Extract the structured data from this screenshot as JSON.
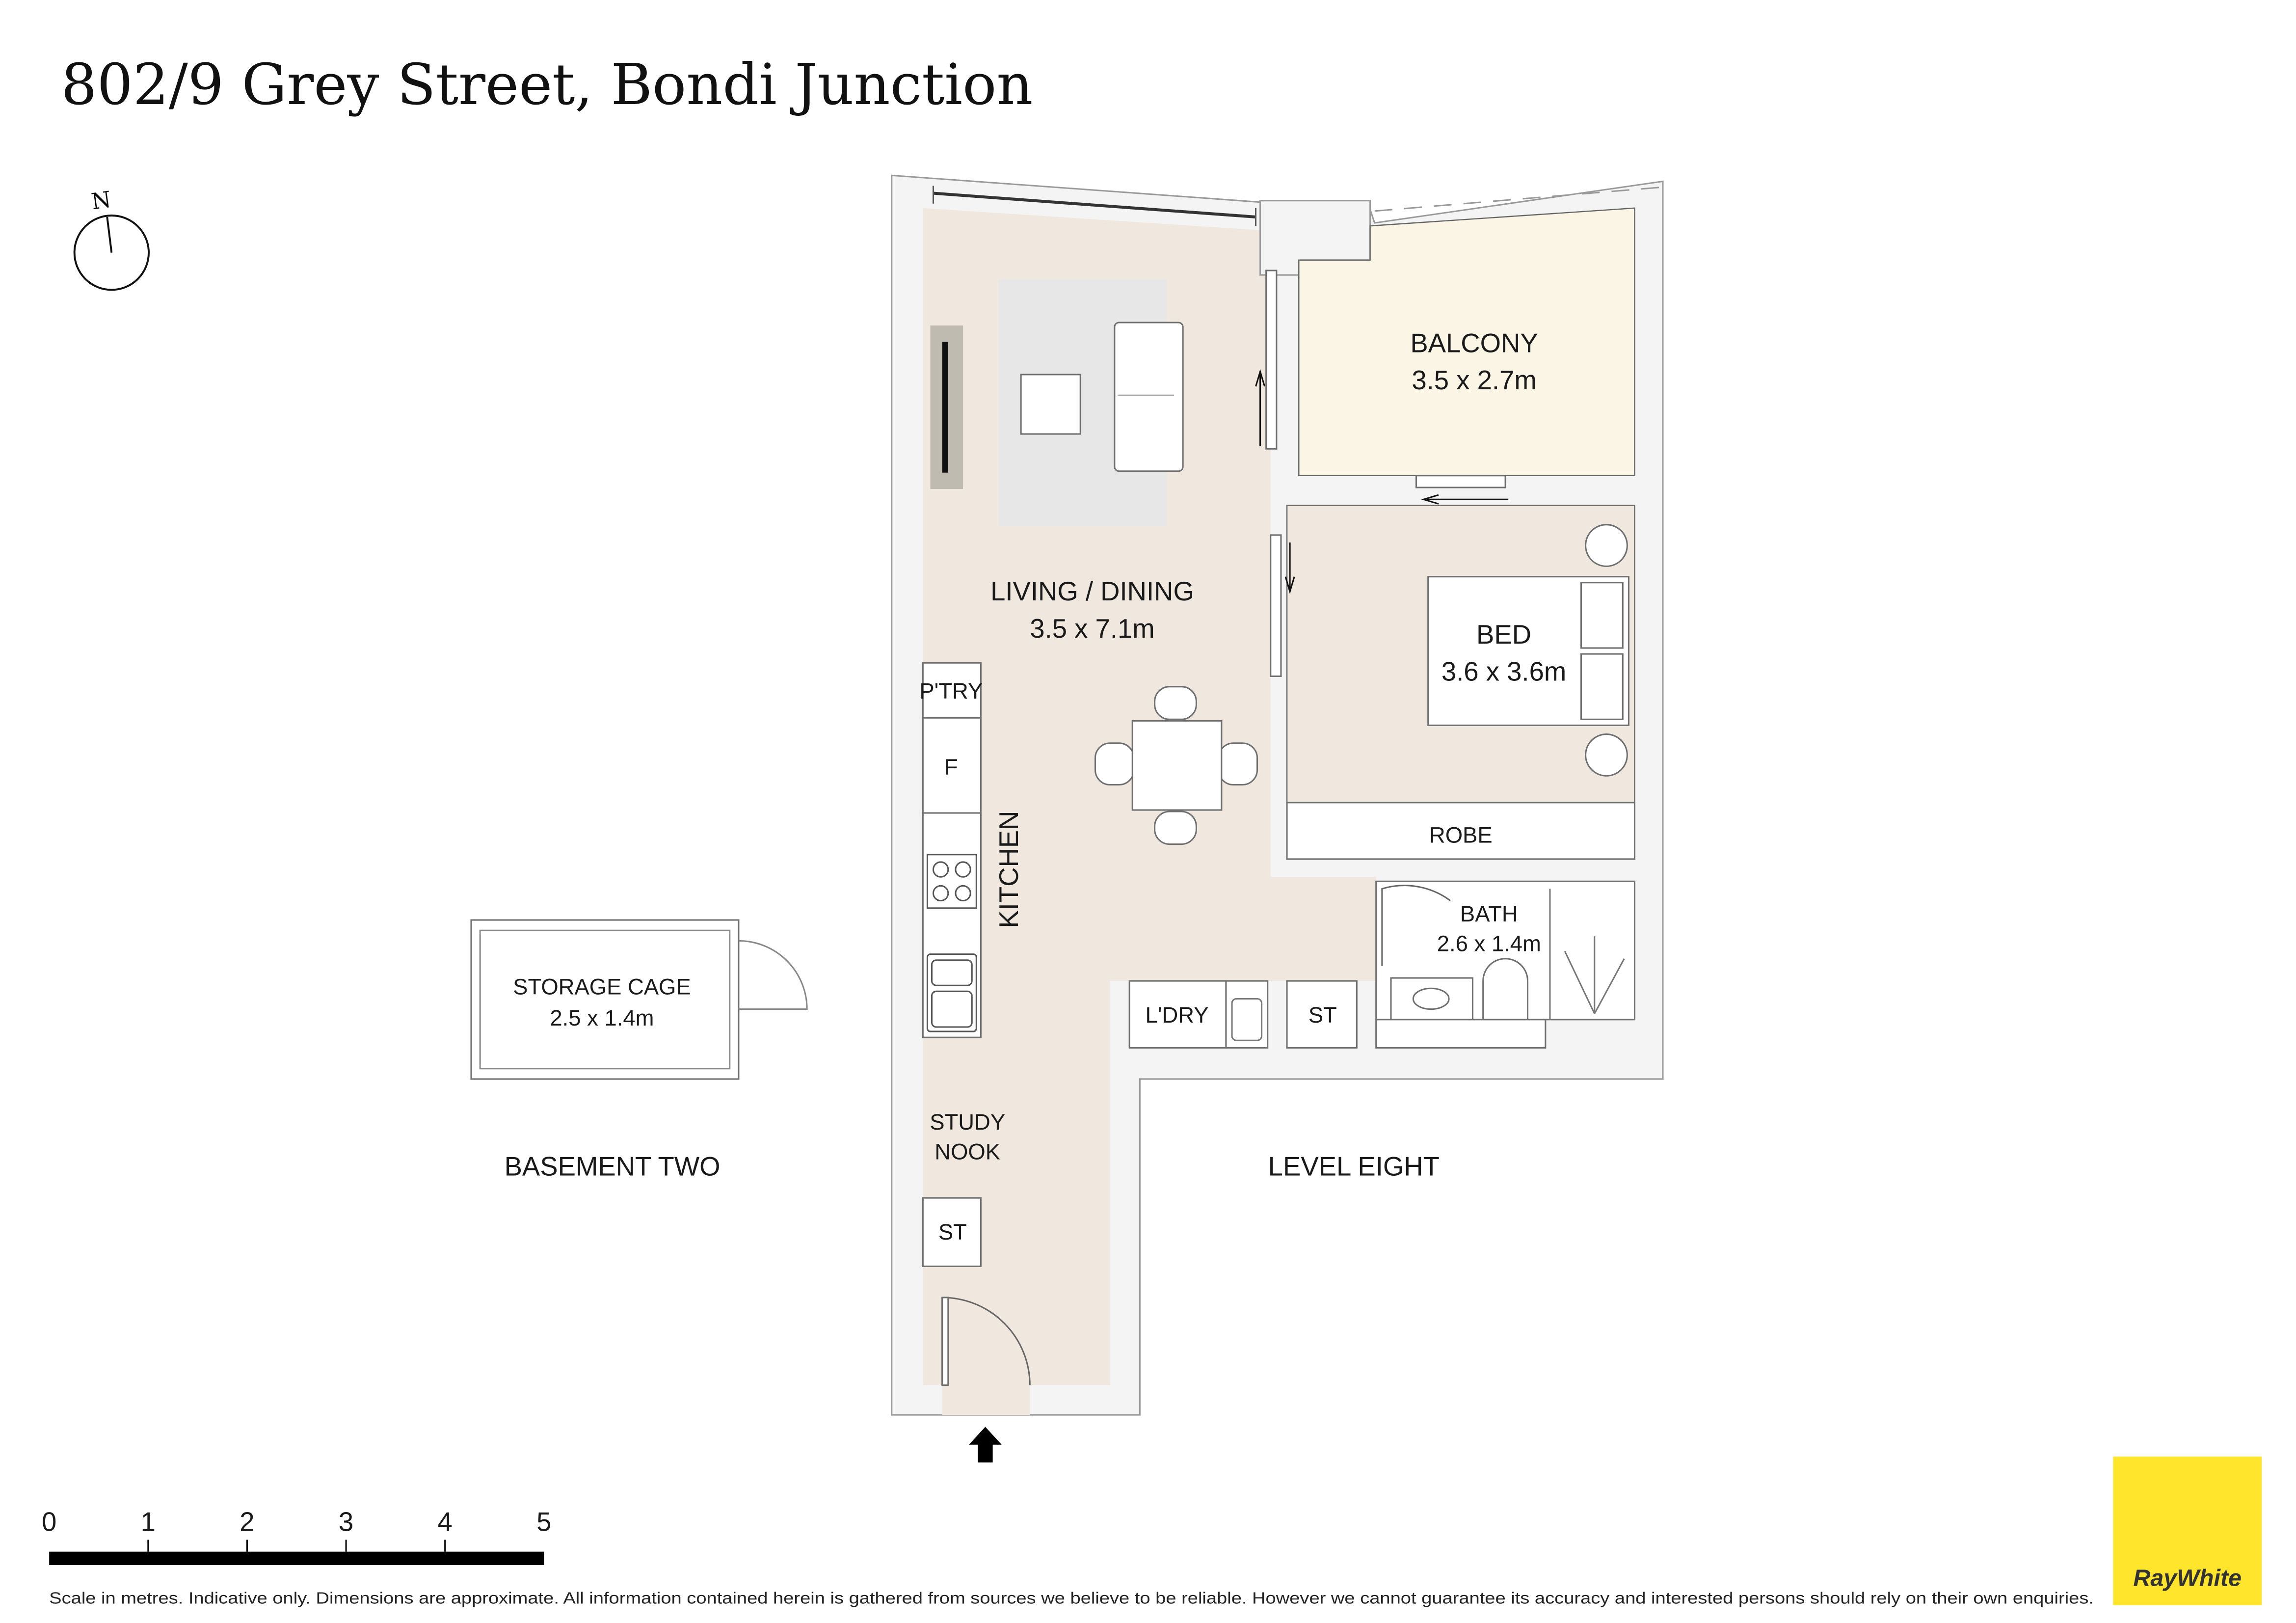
{
  "title": "802/9 Grey Street, Bondi Junction",
  "compass": {
    "label": "N"
  },
  "rooms": {
    "balcony": {
      "name": "BALCONY",
      "dims": "3.5 x 2.7m"
    },
    "living": {
      "name": "LIVING / DINING",
      "dims": "3.5 x 7.1m"
    },
    "bed": {
      "name": "BED",
      "dims": "3.6 x 3.6m"
    },
    "robe": {
      "name": "ROBE"
    },
    "bath": {
      "name": "BATH",
      "dims": "2.6 x 1.4m"
    },
    "kitchen": {
      "name": "KITCHEN"
    },
    "pantry": {
      "name": "P'TRY"
    },
    "fridge": {
      "name": "F"
    },
    "laundry": {
      "name": "L'DRY"
    },
    "store1": {
      "name": "ST"
    },
    "store2": {
      "name": "ST"
    },
    "study_line1": "STUDY",
    "study_line2": "NOOK",
    "storage": {
      "name": "STORAGE CAGE",
      "dims": "2.5 x 1.4m"
    }
  },
  "levels": {
    "basement": "BASEMENT TWO",
    "level": "LEVEL EIGHT"
  },
  "scale": {
    "ticks": [
      "0",
      "1",
      "2",
      "3",
      "4",
      "5"
    ]
  },
  "disclaimer": "Scale in metres. Indicative only. Dimensions are approximate. All information contained herein is gathered from sources we believe to be reliable. However we cannot guarantee its accuracy and interested persons should rely on their own enquiries.",
  "logo": {
    "text": "RayWhite",
    "color": "#ffe52c"
  },
  "colors": {
    "floor": "#f0e8de",
    "balcony": "#fbf5e6",
    "wall": "#f4f4f4"
  }
}
